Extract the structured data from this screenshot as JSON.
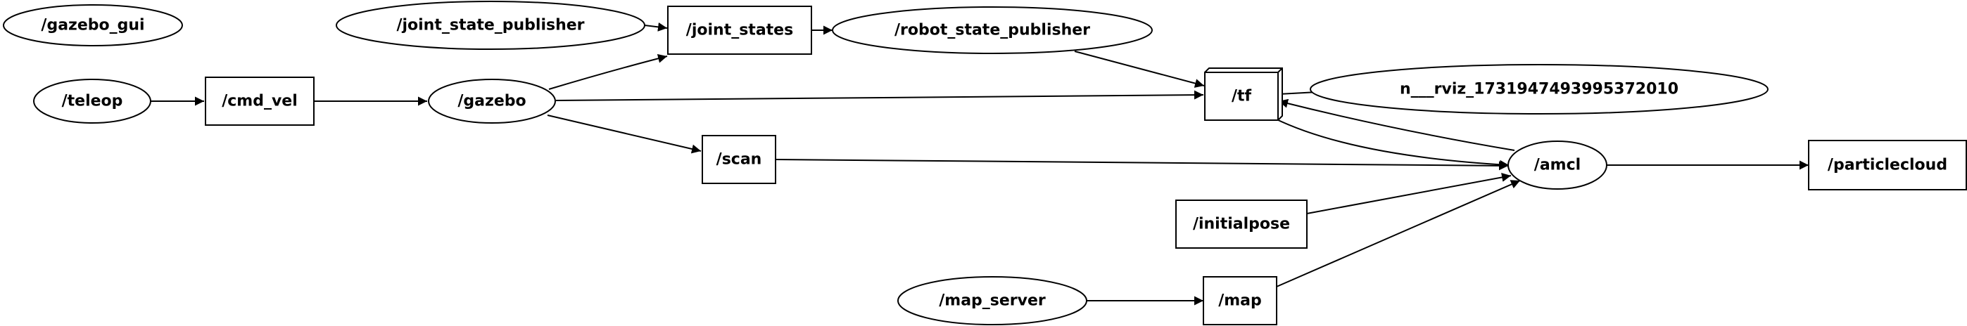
{
  "graph": {
    "nodes": [
      {
        "id": "gazebo_gui",
        "label": "/gazebo_gui",
        "kind": "ellipse"
      },
      {
        "id": "teleop",
        "label": "/teleop",
        "kind": "ellipse"
      },
      {
        "id": "cmd_vel",
        "label": "/cmd_vel",
        "kind": "box"
      },
      {
        "id": "gazebo",
        "label": "/gazebo",
        "kind": "ellipse"
      },
      {
        "id": "joint_state_publisher",
        "label": "/joint_state_publisher",
        "kind": "ellipse"
      },
      {
        "id": "joint_states",
        "label": "/joint_states",
        "kind": "box"
      },
      {
        "id": "robot_state_publisher",
        "label": "/robot_state_publisher",
        "kind": "ellipse"
      },
      {
        "id": "scan",
        "label": "/scan",
        "kind": "box"
      },
      {
        "id": "tf",
        "label": "/tf",
        "kind": "box3d"
      },
      {
        "id": "rviz",
        "label": "n___rviz_1731947493995372010",
        "kind": "ellipse"
      },
      {
        "id": "amcl",
        "label": "/amcl",
        "kind": "ellipse"
      },
      {
        "id": "initialpose",
        "label": "/initialpose",
        "kind": "box"
      },
      {
        "id": "map_server",
        "label": "/map_server",
        "kind": "ellipse"
      },
      {
        "id": "map",
        "label": "/map",
        "kind": "box"
      },
      {
        "id": "particlecloud",
        "label": "/particlecloud",
        "kind": "box"
      }
    ],
    "edges": [
      {
        "from": "teleop",
        "to": "cmd_vel"
      },
      {
        "from": "cmd_vel",
        "to": "gazebo"
      },
      {
        "from": "gazebo",
        "to": "joint_states"
      },
      {
        "from": "gazebo",
        "to": "tf"
      },
      {
        "from": "gazebo",
        "to": "scan"
      },
      {
        "from": "joint_state_publisher",
        "to": "joint_states"
      },
      {
        "from": "joint_states",
        "to": "robot_state_publisher"
      },
      {
        "from": "robot_state_publisher",
        "to": "tf"
      },
      {
        "from": "tf",
        "to": "rviz"
      },
      {
        "from": "tf",
        "to": "amcl"
      },
      {
        "from": "amcl",
        "to": "tf"
      },
      {
        "from": "scan",
        "to": "amcl"
      },
      {
        "from": "initialpose",
        "to": "amcl"
      },
      {
        "from": "map_server",
        "to": "map"
      },
      {
        "from": "map",
        "to": "amcl"
      },
      {
        "from": "amcl",
        "to": "particlecloud"
      }
    ]
  }
}
